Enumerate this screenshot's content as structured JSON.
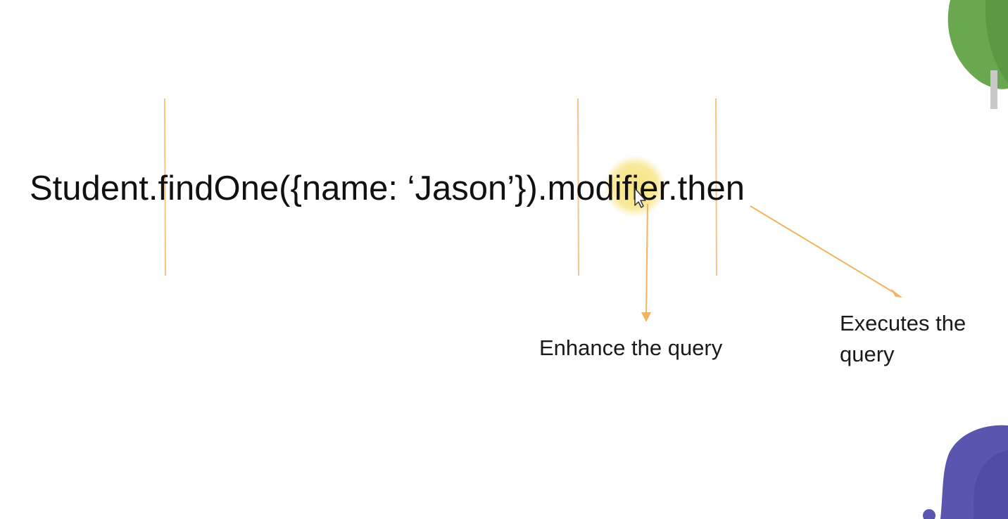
{
  "slide": {
    "code": "Student.findOne({name: ‘Jason’}).modifier.then",
    "captions": {
      "enhance": "Enhance the query",
      "executes": "Executes the query"
    }
  },
  "colors": {
    "divider": "#f6c58a",
    "arrow": "#f2b45e",
    "leaf_green": "#6aa84f",
    "leaf_stem": "#c8c8c8",
    "purple_shape": "#5a56b0",
    "cursor_highlight": "#f7e27a"
  },
  "icons": {
    "cursor": "mouse-pointer-icon",
    "leaf": "leaf-icon"
  }
}
